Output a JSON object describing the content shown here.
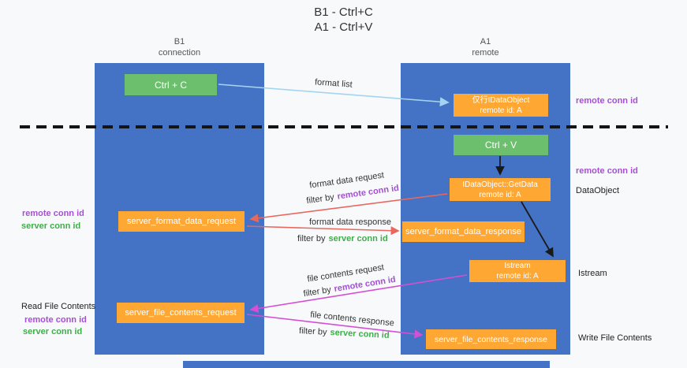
{
  "title": {
    "line1": "B1 - Ctrl+C",
    "line2": "A1 - Ctrl+V"
  },
  "columns": {
    "left": {
      "name": "B1",
      "sub": "connection"
    },
    "right": {
      "name": "A1",
      "sub": "remote"
    }
  },
  "boxes": {
    "ctrl_c": "Ctrl + C",
    "ctrl_v": "Ctrl + V",
    "idataobject": {
      "line1": "仅行IDataObject",
      "line2": "remote id: A"
    },
    "getdata": {
      "line1": "IDataObject::GetData",
      "line2": "remote id: A"
    },
    "istream": {
      "line1": "Istream",
      "line2": "remote id: A"
    },
    "format_request": "server_format_data_request",
    "format_response": "server_format_data_response",
    "file_request": "server_file_contents_request",
    "file_response": "server_file_contents_response"
  },
  "arrow_labels": {
    "format_list": "format list",
    "format_data_request": "format data request",
    "format_data_response": "format data response",
    "file_contents_request": "file contents request",
    "file_contents_response": "file contents response",
    "filter_by": "filter by",
    "remote_conn_id": "remote conn id",
    "server_conn_id": "server conn id"
  },
  "annotations": {
    "left": [
      "remote conn id",
      "server conn id",
      "Read File Contents",
      "remote conn id",
      "server conn id"
    ],
    "right": [
      "remote conn id",
      "remote conn id",
      "DataObject",
      "Istream",
      "Write File Contents"
    ]
  },
  "colors": {
    "lane_blue": "#4472c4",
    "box_orange": "#ffa733",
    "box_green": "#6cbf6c",
    "arrow_red": "#e8685f",
    "arrow_magenta": "#d44fd4",
    "arrow_lightblue": "#a4d4f0",
    "text_purple": "#a64fd4",
    "text_green": "#3fae49"
  }
}
